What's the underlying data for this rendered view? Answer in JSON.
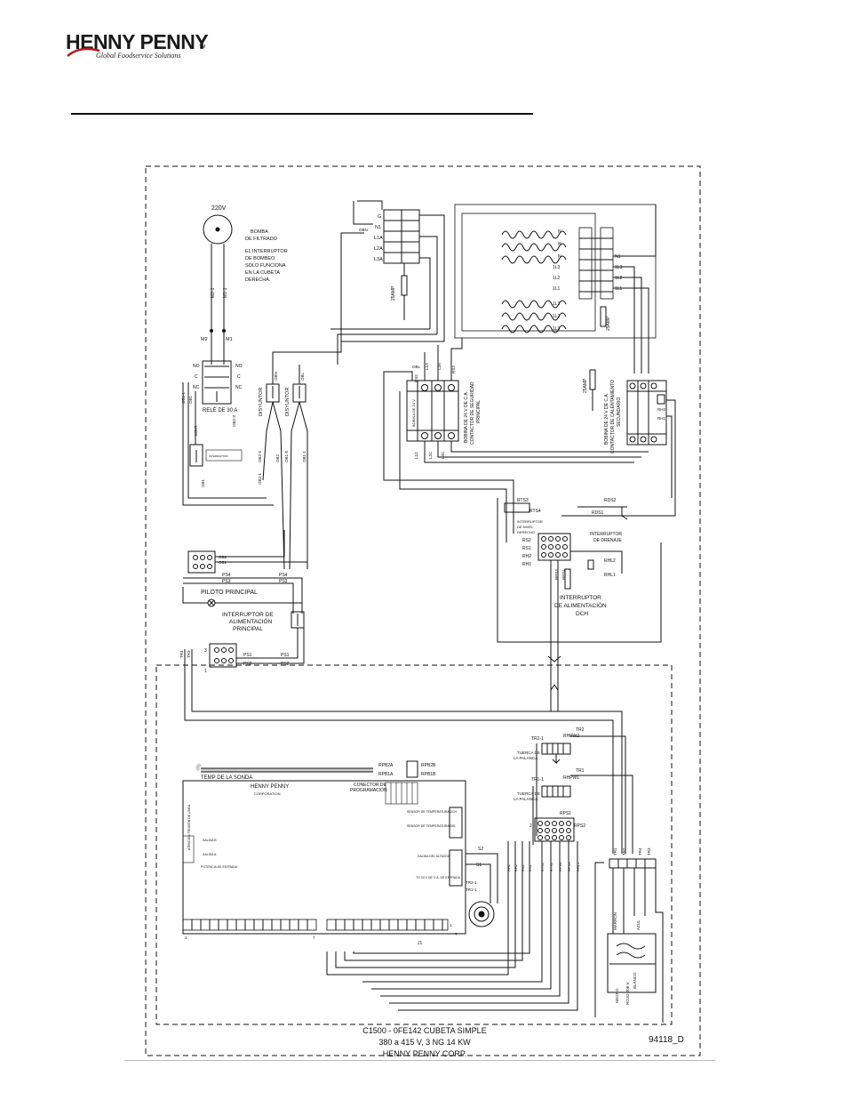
{
  "header": {
    "brand": "HENNY PENNY",
    "trademark": "TM",
    "tagline": "Global Foodservice Solutions"
  },
  "power": {
    "voltage": "220V",
    "pump_label_1": "BOMBA",
    "pump_label_2": "DE FILTRADO",
    "note_1": "EL INTERRUPTOR",
    "note_2": "DE BOMBEO",
    "note_3": "SOLO FUNCIONA",
    "note_4": "EN LA CUBETA",
    "note_5": "DERECHA.",
    "m2_top": "M2-1",
    "m1_top": "M1-1",
    "m2": "M2",
    "m1": "M1"
  },
  "relay": {
    "label": "RELÉ DE 30 A",
    "no": "NO",
    "c": "C",
    "nc": "NC",
    "ms_r": "MS-R",
    "ob1": "OB1",
    "ob11": "OB1-1",
    "ob23": "OB2-3",
    "ob25": "OB2-5",
    "ob21": "OB2-1",
    "ob15": "OB1-5",
    "ob11b": "OB1-1"
  },
  "breakers": {
    "b1": "DISYUNTOR",
    "b2": "DISYUNTOR",
    "w1": "OBN",
    "w2": "OBL",
    "w3": "OB2",
    "w4": "OB1",
    "amp": "25AMP"
  },
  "terminal_block": {
    "g": "G",
    "n1": "N1",
    "l1a": "L1A",
    "l2a": "L2A",
    "l3a": "L3A",
    "obn": "OBN"
  },
  "contactor_main": {
    "coil": "BOBINA DE 24 V",
    "label": "BOBINA DE 24 V DE C.A.",
    "label2": "CONTACTOR DE SEGURIDAD",
    "label3": "PRINCIPAL",
    "rs2": "RS2",
    "rs3": "RS3",
    "obl": "OBL",
    "l1a": "L1A",
    "l3a": "L3A",
    "l1c": "L1C",
    "l2c": "L2C",
    "l3c": "L3C"
  },
  "heating": {
    "n": "N",
    "n1": "N1",
    "l1": "1L1",
    "l2": "1L2",
    "l3": "1L3",
    "amp": "25AMP"
  },
  "contactor_heat": {
    "label": "BOBINA DE 24 V DE C.A.",
    "label2": "CONTACTOR DE CALENTAMIENTO",
    "label3": "SECUNDARIO",
    "rh1": "RH1",
    "rh2": "RH2",
    "amp": "25AMP"
  },
  "level": {
    "rts3": "RTS3",
    "rts4": "RTS4",
    "label_1": "INTERRUPTOR",
    "label_2": "DE NIVEL",
    "label_3": "DERECHO",
    "rds2": "RDS2",
    "rds1": "RDS1",
    "drain_1": "INTERRUPTOR",
    "drain_2": "DE DRENAJE",
    "rs2": "RS2",
    "rs1": "RS1",
    "rh2": "RH2",
    "rh1": "RH1",
    "rps3": "RPS3",
    "rps4": "RPS4",
    "rhl2": "RHL2",
    "rhl1": "RHL1",
    "dch_1": "INTERRUPTOR",
    "dch_2": "DE ALIMENTACIÓN",
    "dch_3": "DCH"
  },
  "plugs": {
    "ob2": "OB2",
    "ob1": "OB1",
    "ps4": "PS4",
    "ps3": "PS3",
    "pilot": "PILOTO PRINCIPAL",
    "sw_1": "INTERRUPTOR DE",
    "sw_2": "ALIMENTACIÓN",
    "sw_3": "PRINCIPAL",
    "ps1": "PS1",
    "ps2": "PS2",
    "tr4": "TR4",
    "tr3": "TR3",
    "p3": "3",
    "p1": "1"
  },
  "control": {
    "brand": "HENNY PENNY",
    "corp": "CORPORATION",
    "probe": "TEMP DE LA SONDA",
    "rpb2a": "RPB2A",
    "rpb1a": "RPB1A",
    "rpb2b": "RPB2B",
    "rpb1b": "RPB1B",
    "prog_1": "CONECTOR DE",
    "prog_2": "PROGRAMACIÓN",
    "sensor1": "SENSOR DE TEMPERATURA DCH",
    "sensor2": "SENSOR DE TEMPERATURA DEL",
    "s2": "S2",
    "s1": "S1",
    "salida": "SALIDA DEL ALTAVOZ",
    "entrada": "TO 24 V DE C.A. DE ENTRADA",
    "tr21": "TR2-1",
    "tr11": "TR1-1",
    "atencion": "ATENCIÓN TENSIÓN DE LÍNEA",
    "salida_b": "SALIDA B",
    "salida_a": "SALIDA A",
    "potencia": "POTENCIA DE ENTRADA",
    "j1": "J1",
    "n1": "1",
    "n7": "7",
    "j": "J",
    "rps1": "RPS1",
    "rps2": "RPS2"
  },
  "nuts": {
    "tr2": "TR2",
    "rhpw2": "RHPW2",
    "tr21": "TR2-1",
    "nut1_1": "TUERCA DE",
    "nut1_2": "LA PALANCA",
    "tr1": "TR1",
    "rhpw1": "RHPW1",
    "tr11": "TR1-1",
    "nut2_1": "TUERCA DE",
    "nut2_2": "LA PALANCA"
  },
  "transformer": {
    "tr1": "TR1",
    "tr2": "TR2",
    "tr4": "TR4",
    "tr3": "TR3",
    "negro": "NEGRO",
    "rojo": "ROJO 208 V",
    "blanco": "BLANCO",
    "azul": "AZUL",
    "marron": "MARRÓN"
  },
  "caption": {
    "line1": "C1500 - 0FE142 CUBETA SIMPLE",
    "line2": "380 a 415 V, 3 NG 14 KW",
    "line3": "HENNY PENNY CORP.",
    "drawing_no": "94118_D"
  }
}
